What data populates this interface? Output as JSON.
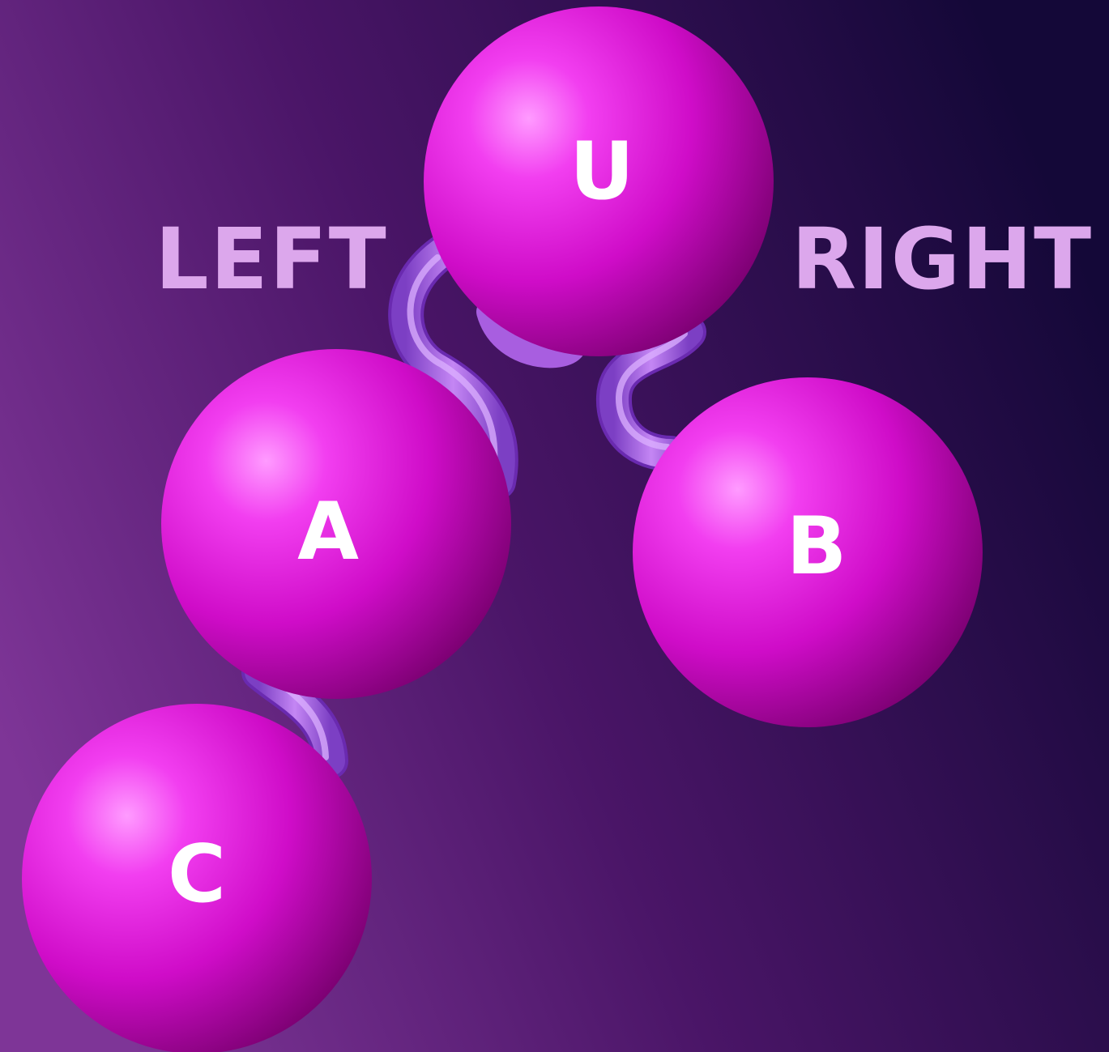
{
  "labels": {
    "left": "LEFT",
    "right": "RIGHT"
  },
  "nodes": {
    "root": "U",
    "left_child": "A",
    "right_child": "B",
    "left_grandchild": "C"
  },
  "colors": {
    "background_light": "#7e3597",
    "background_dark": "#140838",
    "node": "#d90fd5",
    "node_highlight": "#ff9bff",
    "node_shadow": "#8a007f",
    "link": "#a85ee0",
    "link_highlight": "#dcb0ff",
    "side_label": "#dca7ec",
    "node_text": "#ffffff"
  },
  "edges": [
    {
      "from": "U",
      "to": "A"
    },
    {
      "from": "U",
      "to": "B"
    },
    {
      "from": "A",
      "to": "C"
    }
  ]
}
